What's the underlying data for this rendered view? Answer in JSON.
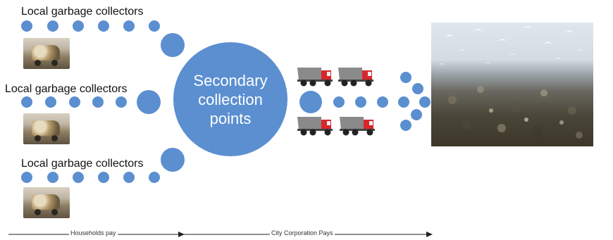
{
  "collector_labels": [
    "Local garbage collectors",
    "Local garbage collectors",
    "Local garbage collectors"
  ],
  "center_label": [
    "Secondary",
    "collection",
    "points"
  ],
  "axis": {
    "households_label": "Households pay",
    "city_label": "City Corporation Pays"
  },
  "colors": {
    "dot_blue": "#5b8fd0",
    "truck_red": "#d9262b",
    "truck_bed": "#8a8a8a"
  },
  "icons": {
    "truck": "dump-truck-icon",
    "cart_photo": "garbage-cart-photo",
    "landfill": "landfill-photo"
  }
}
